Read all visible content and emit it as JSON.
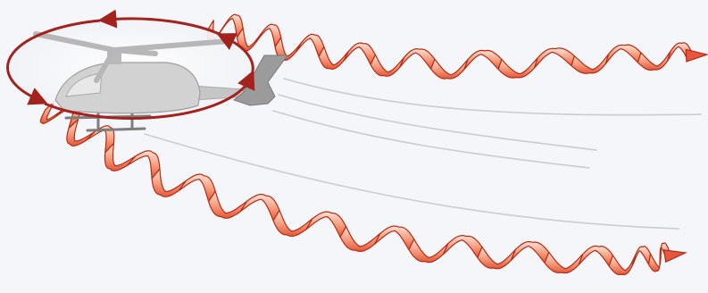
{
  "diagram": {
    "subject": "helicopter-wingtip-vortices",
    "elements": [
      "rotor-disc",
      "rotor-rotation-arrows",
      "helicopter",
      "upper-vortex-spiral",
      "lower-vortex-spiral",
      "wake-lines"
    ]
  },
  "colors": {
    "background": "#f4f6f9",
    "vortex_fill_light": "#fde2d6",
    "vortex_fill_mid": "#f39a7a",
    "vortex_fill_dark": "#e4573a",
    "vortex_outline": "#b72a14",
    "rotor_ring": "#a4221d",
    "rotor_disc_fill": "#ffffff",
    "helicopter_body": "#c6c6c6",
    "helicopter_shadow": "#8d8d8d",
    "wake_line": "#c9ccd3"
  }
}
